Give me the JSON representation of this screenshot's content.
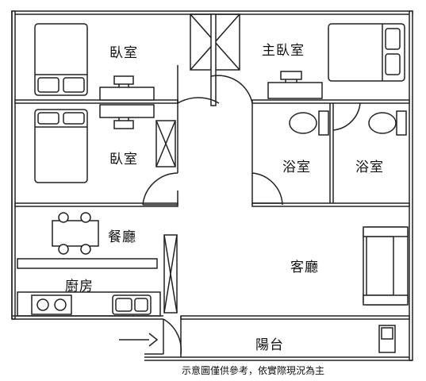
{
  "rooms": {
    "bedroom_top_left": "臥室",
    "master_bedroom": "主臥室",
    "bedroom_mid_left": "臥室",
    "bathroom_1": "浴室",
    "bathroom_2": "浴室",
    "dining": "餐廳",
    "living": "客廳",
    "kitchen": "廚房",
    "balcony": "陽台"
  },
  "note": "示意圖僅供參考，依實際現況為主",
  "icons": [
    "double-bed-icon",
    "desk-chair-icon",
    "toilet-icon",
    "sofa-icon",
    "dining-table-icon",
    "stove-icon",
    "sink-icon",
    "entry-arrow-icon",
    "water-heater-icon",
    "wardrobe-icon"
  ]
}
